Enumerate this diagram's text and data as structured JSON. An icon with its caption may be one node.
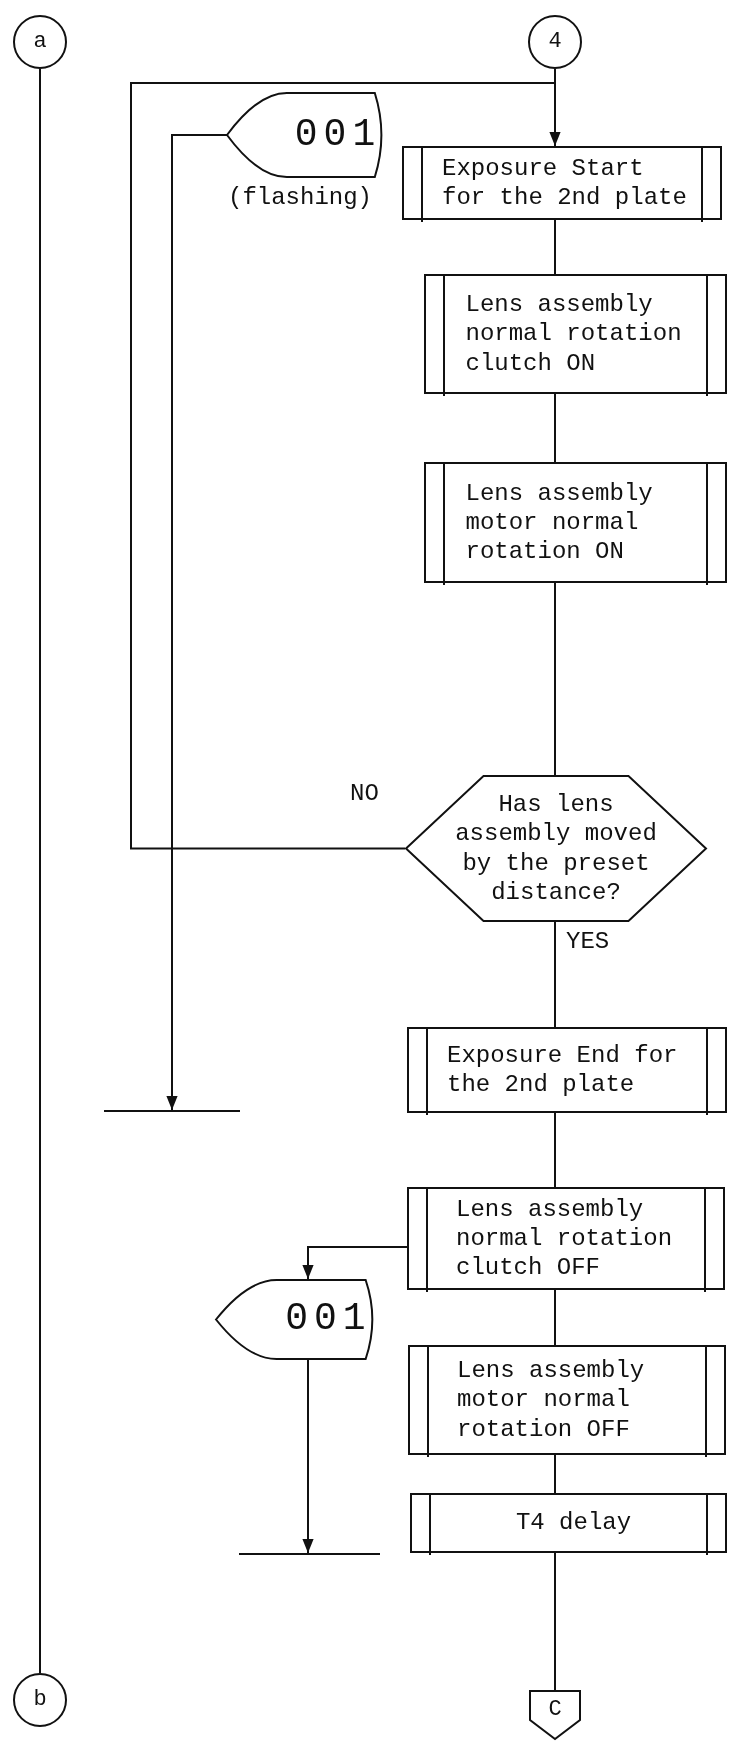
{
  "diagram": {
    "nodes": [
      {
        "text": [
          "a"
        ]
      },
      {
        "text": [
          "4"
        ]
      },
      {
        "text": [
          "001"
        ],
        "beside": [
          "(flashing)"
        ]
      },
      {
        "text": [
          "Exposure Start for the 2nd plate"
        ]
      },
      {
        "text": [
          "Lens assembly normal rotation clutch ON"
        ]
      },
      {
        "text": [
          "Lens assembly motor normal rotation ON"
        ]
      },
      {
        "text": [
          "Has lens assembly moved by the preset distance?"
        ]
      },
      {
        "text": [
          "Exposure End for the 2nd plate"
        ]
      },
      {
        "text": [],
        "shape": "bar"
      },
      {
        "text": [
          "Lens assembly normal rotation clutch OFF"
        ]
      },
      {
        "text": [
          "001"
        ]
      },
      {
        "text": [
          "Lens assembly motor normal rotation OFF"
        ]
      },
      {
        "text": [
          "T4 delay"
        ]
      },
      {
        "text": [],
        "shape": "bar"
      },
      {
        "text": [
          "b"
        ]
      },
      {
        "text": [
          "C"
        ]
      }
    ],
    "edges": [
      {
        "from": 0,
        "to": 14,
        "arrow": "none"
      },
      {
        "from": 1,
        "to": 3,
        "arrow": "none"
      },
      {
        "from": 3,
        "to": 4,
        "arrow": "none"
      },
      {
        "from": 4,
        "to": 5,
        "arrow": "none"
      },
      {
        "from": 5,
        "to": 6,
        "arrow": "none"
      },
      {
        "from": 6,
        "to": 7,
        "arrow": "none",
        "label": "YES"
      },
      {
        "from": 6,
        "to": 3,
        "arrow": "to",
        "label": "NO"
      },
      {
        "from": 2,
        "to": 8,
        "arrow": "to"
      },
      {
        "from": 7,
        "to": 9,
        "arrow": "none"
      },
      {
        "from": 9,
        "to": 10,
        "arrow": "to"
      },
      {
        "from": 10,
        "to": 13,
        "arrow": "to"
      },
      {
        "from": 9,
        "to": 11,
        "arrow": "none"
      },
      {
        "from": 11,
        "to": 12,
        "arrow": "none"
      },
      {
        "from": 12,
        "to": 15,
        "arrow": "none"
      }
    ]
  }
}
